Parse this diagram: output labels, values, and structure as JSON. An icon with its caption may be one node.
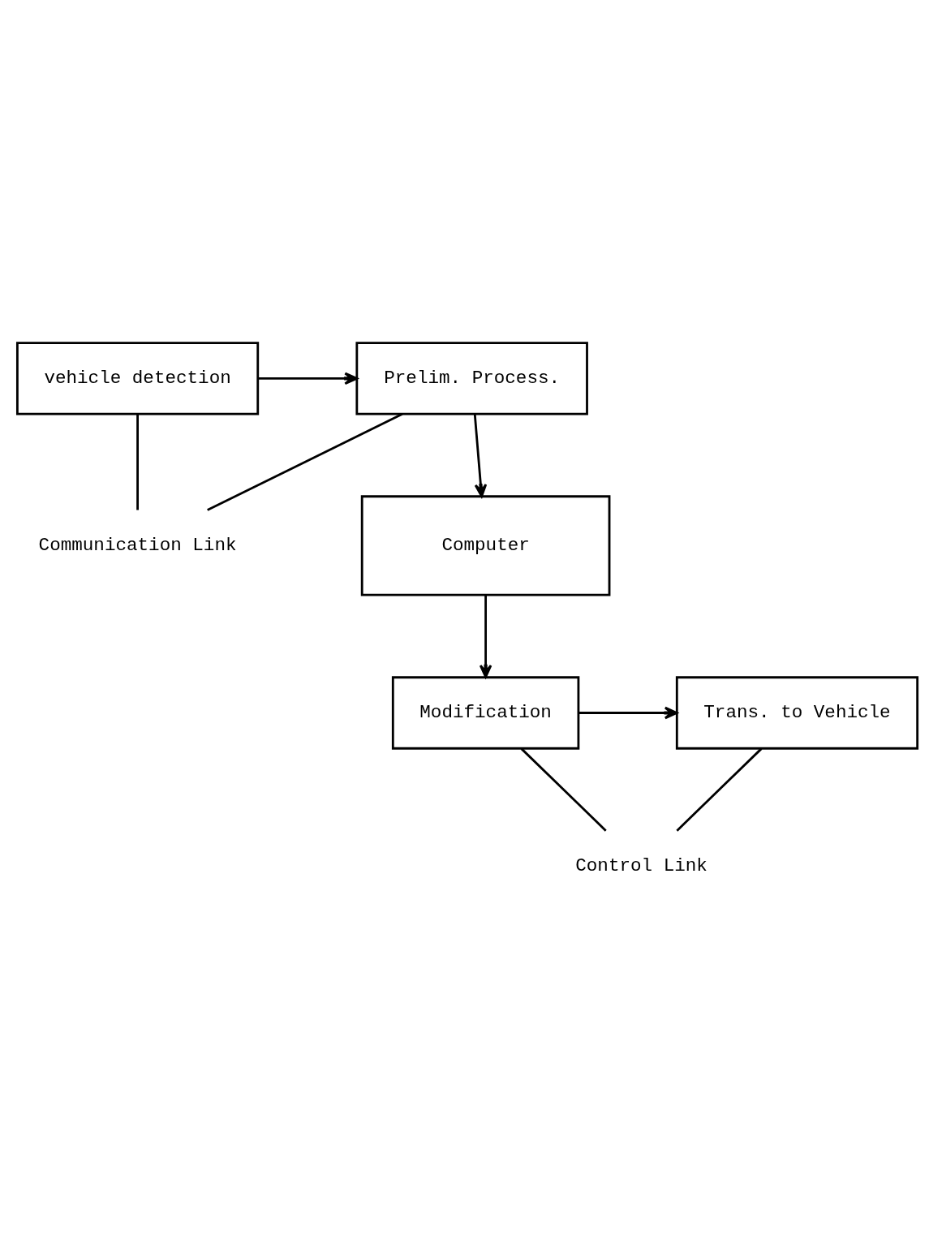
{
  "diagram": {
    "nodes": [
      {
        "text": [
          "vehicle detection"
        ]
      },
      {
        "text": [
          "Prelim. Process."
        ]
      },
      {
        "text": [
          "Computer"
        ]
      },
      {
        "text": [
          "Modification"
        ]
      },
      {
        "text": [
          "Trans. to Vehicle"
        ]
      },
      {
        "text": [
          "Communication Link"
        ]
      },
      {
        "text": [
          "Control Link"
        ]
      }
    ],
    "edges": [
      {
        "from": 0,
        "to": 1,
        "arrow": "to"
      },
      {
        "from": 1,
        "to": 2,
        "arrow": "to"
      },
      {
        "from": 2,
        "to": 3,
        "arrow": "to"
      },
      {
        "from": 3,
        "to": 4,
        "arrow": "to"
      },
      {
        "from": 0,
        "to": 5,
        "arrow": "none"
      },
      {
        "from": 1,
        "to": 5,
        "arrow": "none"
      },
      {
        "from": 4,
        "to": 6,
        "arrow": "none"
      },
      {
        "from": 3,
        "to": 6,
        "arrow": "none"
      }
    ]
  }
}
